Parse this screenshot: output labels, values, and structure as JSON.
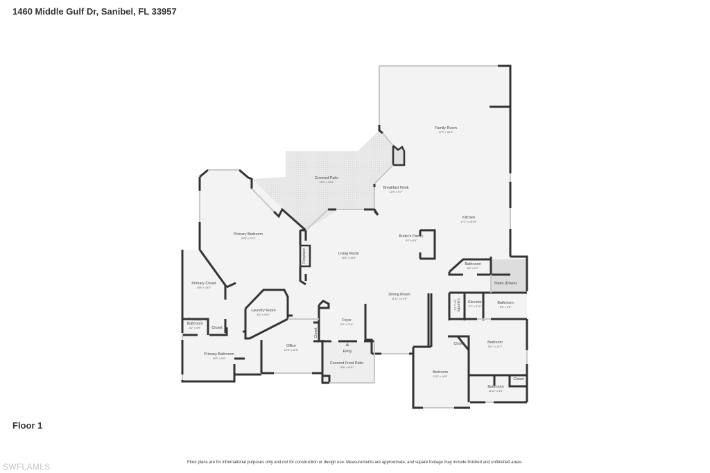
{
  "header": {
    "title": "1460 Middle Gulf Dr, Sanibel, FL 33957"
  },
  "floor_label": "Floor 1",
  "disclaimer": "Floor plans are for informational purposes only and not for construction or design use. Measurements are approximate, and square footage may include finished and unfinished areas.",
  "watermark": "SWFLAMLS",
  "colors": {
    "wall": "#333333",
    "floor": "#f3f3f3",
    "patio": "#e6e6e6",
    "stairs": "#dddddd",
    "window": "#c8c8c8"
  },
  "rooms": [
    {
      "name": "Family Room",
      "dims": "27'2\" x 26'0\""
    },
    {
      "name": "Covered Patio",
      "dims": "29'9\" x 21'6\""
    },
    {
      "name": "Breakfast Nook",
      "dims": "10'9\" x 9'7\""
    },
    {
      "name": "Kitchen",
      "dims": "17'1\" x 13'10\""
    },
    {
      "name": "Butler's Pantry",
      "dims": "9'4\" x 9'6\""
    },
    {
      "name": "Primary Bedroom",
      "dims": "22'5\" x 27'4\""
    },
    {
      "name": "Living Room",
      "dims": "16'5\" x 19'5\""
    },
    {
      "name": "Primary Closet",
      "dims": "10'6\" x 15'3\""
    },
    {
      "name": "Laundry Room",
      "dims": "8'2\" x 9'10\""
    },
    {
      "name": "Primary Bathroom",
      "dims": "5'2\" x 4'9\""
    },
    {
      "name": "Closet",
      "dims": ""
    },
    {
      "name": "Primary Bathroom",
      "dims": "16'2\" x 9'9\""
    },
    {
      "name": "Office",
      "dims": "12'8\" x 11'5\""
    },
    {
      "name": "Foyer",
      "dims": "9'9\" x 7'10\""
    },
    {
      "name": "Entry",
      "dims": ""
    },
    {
      "name": "Covered Front Patio",
      "dims": "10'6\" x 8'11\""
    },
    {
      "name": "Dining Room",
      "dims": "11'11\" x 10'9\""
    },
    {
      "name": "Bathroom",
      "dims": "8'5\" x 2'7\""
    },
    {
      "name": "Stairs (Down)",
      "dims": ""
    },
    {
      "name": "Elevator",
      "dims": "3'7\" x 3'10\""
    },
    {
      "name": "Bathroom",
      "dims": "8'9\" x 5'5\""
    },
    {
      "name": "Closet",
      "dims": ""
    },
    {
      "name": "Bedroom",
      "dims": "10'1\" x 11'7\""
    },
    {
      "name": "Bedroom",
      "dims": "11'9\" x 14'9\""
    },
    {
      "name": "Bathroom",
      "dims": "11'10\" x 5'5\""
    },
    {
      "name": "Closet",
      "dims": ""
    }
  ],
  "vertical_labels": [
    {
      "name": "Fireplace",
      "dims": ""
    },
    {
      "name": "Closet",
      "dims": ""
    },
    {
      "name": "Laundry",
      "dims": "3'9\" x 4'5\""
    }
  ]
}
